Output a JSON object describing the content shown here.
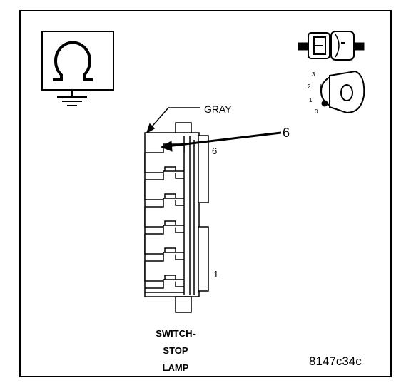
{
  "wire_color_label": "GRAY",
  "callout_number": "6",
  "pin_labels": {
    "top": "6",
    "bottom": "1"
  },
  "caption_lines": [
    "SWITCH-",
    "STOP",
    "LAMP"
  ],
  "figure_id": "8147c34c",
  "ignition_positions": [
    "3",
    "2",
    "1",
    "0"
  ],
  "icons": [
    "ground-symbol-icon",
    "connector-views-icon",
    "ignition-key-icon"
  ],
  "colors": {
    "line": "#000000",
    "background": "#ffffff"
  }
}
